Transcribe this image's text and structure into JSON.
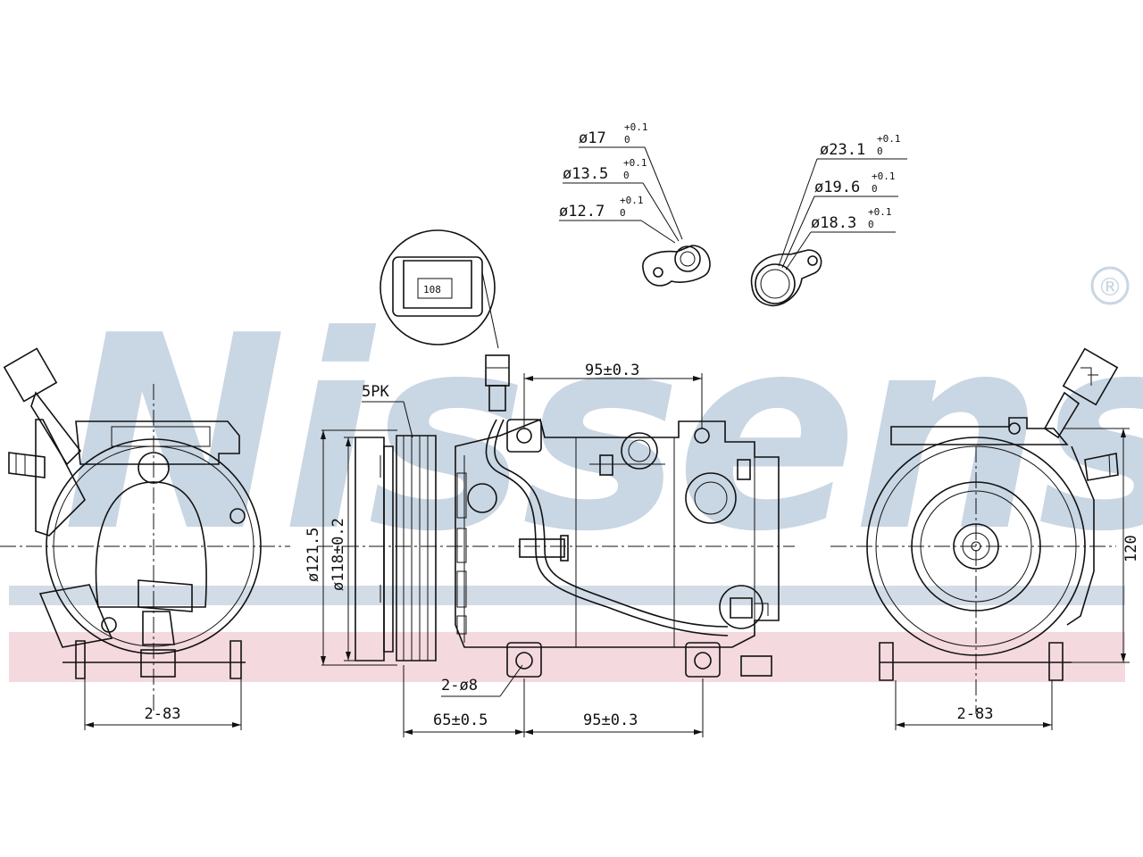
{
  "brand": {
    "watermark": "Nissens",
    "registered_mark": "®",
    "watermark_color": "#c9d6e3",
    "band_blue": "#c3d0dd",
    "band_pink": "#efc9d1"
  },
  "labels": {
    "belt": "5PK",
    "bolt_holes": "2-ø8",
    "left_mount": "2-83",
    "right_mount": "2-83",
    "top_spacing": "95±0.3",
    "bottom_offset": "65±0.5",
    "bottom_spacing": "95±0.3",
    "pulley_outer": "ø121.5",
    "pulley_inner": "ø118±0.2",
    "height": "120",
    "connector_pins": "108"
  },
  "suction_port": {
    "d1": "ø17",
    "d2": "ø13.5",
    "d3": "ø12.7",
    "tol_upper": "+0.1",
    "tol_lower": "0"
  },
  "discharge_port": {
    "d1": "ø23.1",
    "d2": "ø19.6",
    "d3": "ø18.3",
    "tol_upper": "+0.1",
    "tol_lower": "0"
  }
}
